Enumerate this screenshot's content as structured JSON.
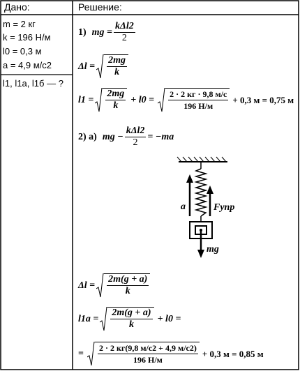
{
  "header": {
    "given_title": "Дано:",
    "solution_title": "Решение:"
  },
  "given": {
    "m": "m = 2 кг",
    "k": "k = 196 Н/м",
    "l0": "l0 = 0,3 м",
    "a": "a = 4,9 м/с2",
    "find": "l1, l1a, l1б — ?"
  },
  "solution": {
    "step1_label": "1)",
    "step2_label": "2) а)",
    "eq1_left": "mg =",
    "eq1_num": "kΔl2",
    "eq1_den": "2",
    "dl_left": "Δl =",
    "dl_num": "2mg",
    "dl_den": "k",
    "l1_left": "l1 =",
    "l1_num": "2mg",
    "l1_den": "k",
    "l1_plus": "+ l0 =",
    "l1_num2": "2 · 2 кг · 9,8 м/с",
    "l1_den2": "196 Н/м",
    "l1_result": "+ 0,3 м = 0,75 м",
    "eq2_left": "mg −",
    "eq2_num": "kΔl2",
    "eq2_den": "2",
    "eq2_right": "= −ma",
    "fig_a": "a",
    "fig_F": "Fупр",
    "fig_mg": "mg",
    "dl2_left": "Δl =",
    "dl2_num": "2m(g + a)",
    "dl2_den": "k",
    "l1a_left": "l1a =",
    "l1a_num": "2m(g + a)",
    "l1a_den": "k",
    "l1a_plus": "+ l0 =",
    "final_eq": "=",
    "final_num": "2 · 2 кг(9,8 м/с2 + 4,9 м/с2)",
    "final_den": "196 Н/м",
    "final_result": "+ 0,3 м = 0,85 м"
  }
}
